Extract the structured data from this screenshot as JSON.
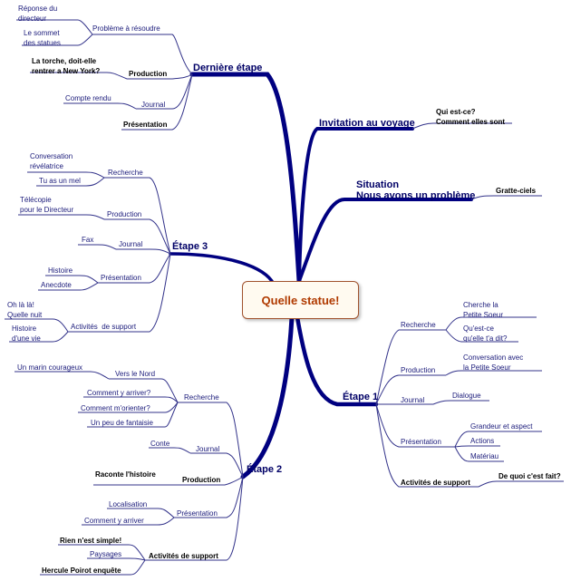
{
  "center": "Quelle statue!",
  "colors": {
    "main_branch": "#000080",
    "sub_branch": "#33338a",
    "center_text": "#b03a00",
    "center_border": "#a0522d"
  },
  "branches": {
    "derniere": {
      "label": "Dernière étape",
      "probleme": {
        "label": "Problème à résoudre",
        "items": [
          "Réponse du\ndirecteur",
          "Le sommet\ndes statues"
        ]
      },
      "production": {
        "label": "Production",
        "items": [
          "La torche, doit-elle\nrentrer a New York?"
        ]
      },
      "journal": {
        "label": "Journal",
        "items": [
          "Compte rendu"
        ]
      },
      "presentation": {
        "label": "Présentation"
      }
    },
    "invitation": {
      "label": "Invitation au voyage",
      "items": [
        "Qui est-ce?\nComment elles sont"
      ]
    },
    "situation": {
      "label": "Situation\nNous avons un problème",
      "items": [
        "Gratte-ciels"
      ]
    },
    "etape3": {
      "label": "Étape 3",
      "recherche": {
        "label": "Recherche",
        "items": [
          "Conversation\nrévélatrice",
          "Tu as un mel"
        ]
      },
      "production": {
        "label": "Production",
        "items": [
          "Télécopie\npour le Directeur"
        ]
      },
      "journal": {
        "label": "Journal",
        "items": [
          "Fax"
        ]
      },
      "presentation": {
        "label": "Présentation",
        "items": [
          "Histoire",
          "Anecdote"
        ]
      },
      "activites": {
        "label": "Activités  de support",
        "items": [
          "Oh là là!\nQuelle nuit",
          "Histoire\nd'une vie"
        ]
      }
    },
    "etape1": {
      "label": "Étape 1",
      "recherche": {
        "label": "Recherche",
        "items": [
          "Cherche la\nPetite Soeur",
          "Qu'est-ce\nqu'elle t'a dit?"
        ]
      },
      "production": {
        "label": "Production",
        "items": [
          "Conversation avec\nla Petite Soeur"
        ]
      },
      "journal": {
        "label": "Journal",
        "items": [
          "Dialogue"
        ]
      },
      "presentation": {
        "label": "Présentation",
        "items": [
          "Grandeur et aspect",
          "Actions",
          "Matériau"
        ]
      },
      "activites": {
        "label": "Activités de support",
        "items": [
          "De quoi c'est fait?"
        ]
      }
    },
    "etape2": {
      "label": "Étape 2",
      "recherche": {
        "label": "Recherche",
        "vers_nord": "Vers le Nord",
        "marin": "Un marin courageux",
        "items": [
          "Comment y arriver?",
          "Comment m'orienter?",
          "Un peu de fantaisie"
        ]
      },
      "journal": {
        "label": "Journal",
        "items": [
          "Conte"
        ]
      },
      "production": {
        "label": "Production",
        "items": [
          "Raconte l'histoire"
        ]
      },
      "presentation": {
        "label": "Présentation",
        "items": [
          "Localisation",
          "Comment y arriver"
        ]
      },
      "activites": {
        "label": "Activités de support",
        "items": [
          "Rien n'est simple!",
          "Paysages",
          "Hercule Poirot enquête"
        ]
      }
    }
  }
}
